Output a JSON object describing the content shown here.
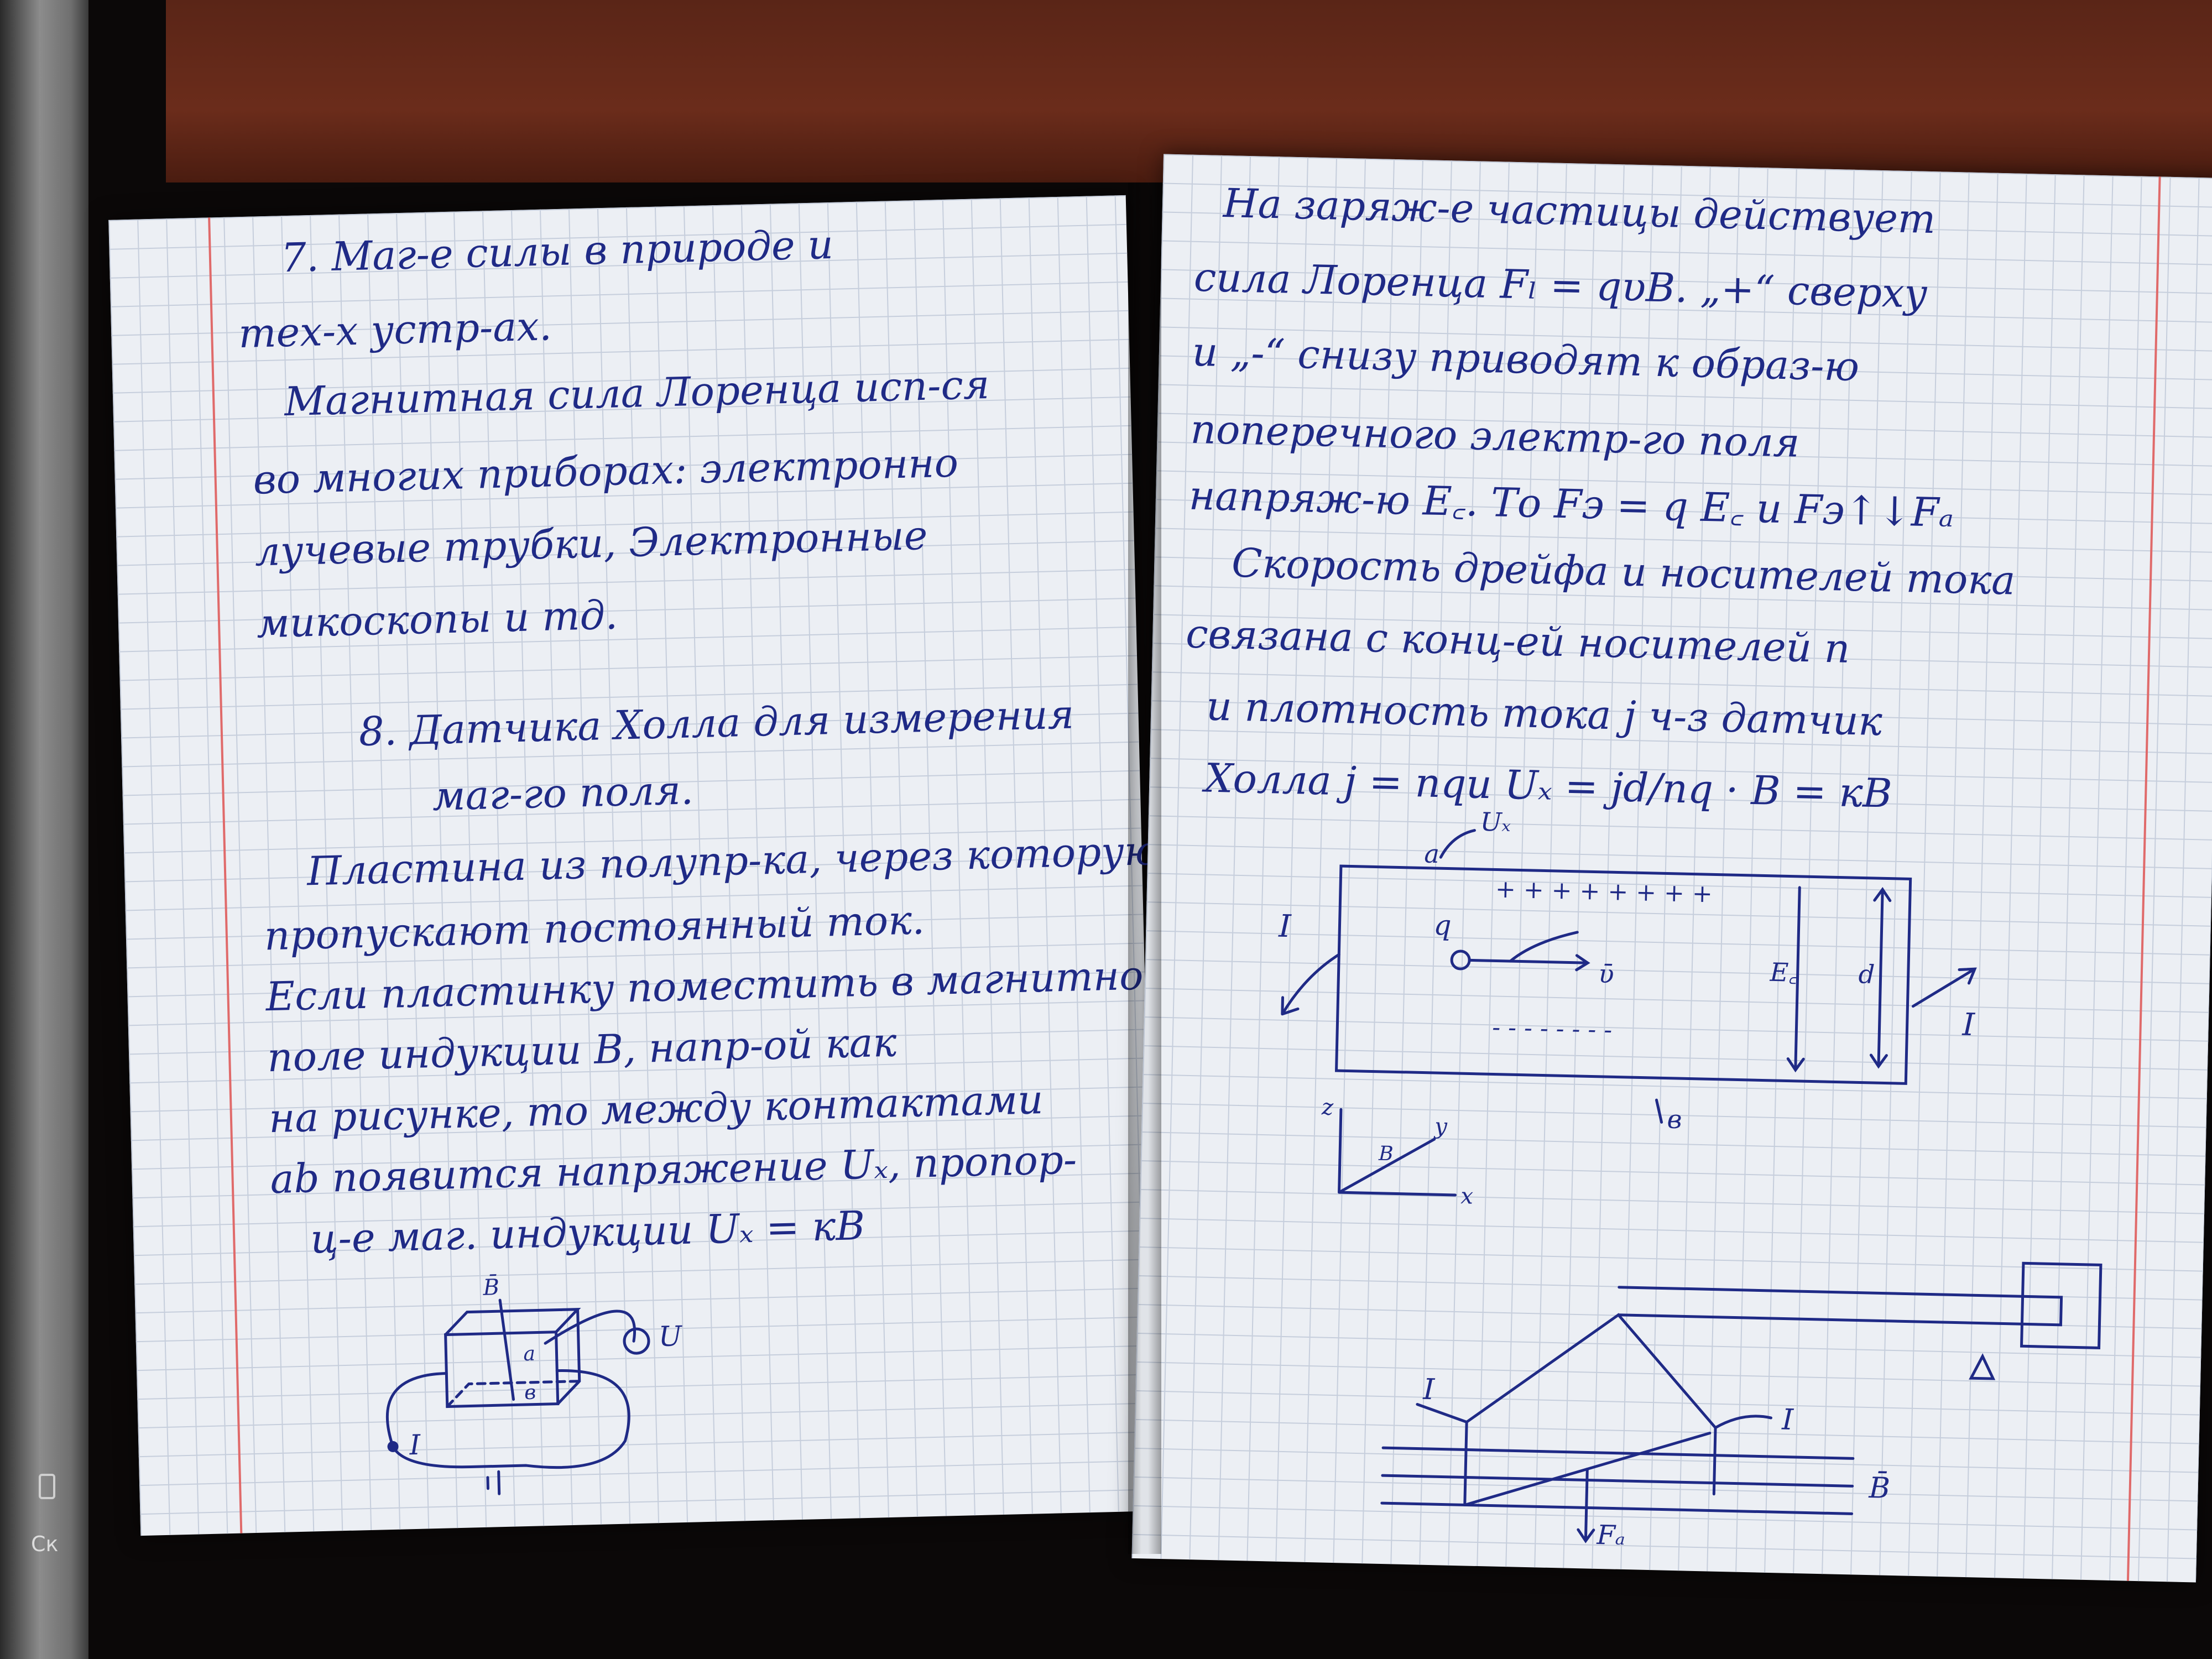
{
  "left_page": {
    "heading7": [
      "7. Маг-е силы в природе и",
      "тех-х устр-ах."
    ],
    "para7": [
      "Магнитная сила Лоренца исп-ся",
      "во многих приборах: электронно",
      "лучевые трубки, Электронные",
      "микоскопы и тд."
    ],
    "heading8": [
      "8. Датчика Холла для измерения",
      "маг-го поля."
    ],
    "para8": [
      "Пластина из полупр-ка, через которую",
      "пропускают постоянный ток.",
      "Если пластинку поместить в магнитное",
      "поле индукции B, напр-ой как",
      "на рисунке, то между контактами",
      "ab появится напряжение Uₓ, пропор-",
      "ц-е маг. индукции  Uₓ = кB"
    ],
    "fig_labels": {
      "b_vec": "B̄",
      "a": "a",
      "b": "в",
      "u": "U",
      "i": "I"
    }
  },
  "right_page": {
    "lines": [
      "На заряж-е частицы действует",
      "сила Лоренца  Fₗ = qυB. „+“ сверху",
      "и „-“ снизу приводят к образ-ю",
      "поперечного электр-го поля",
      "напряж-ю E꜀. То Fэ = q E꜀  и Fэ↑↓Fₐ",
      "Скорость дрейфа и носителей тока",
      "связана с конц-ей носителей n",
      "и плотность тока j  ч-з датчик",
      "Холла   j = nqu     Uₓ = jd/nq · B = кB"
    ],
    "fig_labels": {
      "ux": "Uₓ",
      "a": "a",
      "plus": "+ + + + + + + +",
      "minus": "- - - - - - - -",
      "q": "q",
      "v": "ῡ",
      "ec": "E꜀",
      "d": "d",
      "i_left": "I",
      "i_right": "I",
      "b": "в",
      "axis_z": "z",
      "axis_y": "y",
      "axis_x": "x",
      "axis_b": "B"
    },
    "fig2_labels": {
      "i_in": "I",
      "i_out": "I",
      "b_vec": "B̄",
      "fa": "Fₐ"
    }
  }
}
